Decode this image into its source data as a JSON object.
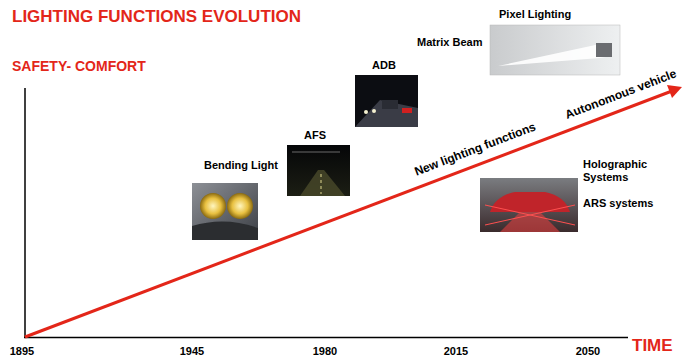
{
  "diagram": {
    "title": "LIGHTING FUNCTIONS EVOLUTION",
    "labels": [
      "SAFETY- COMFORT",
      "Bending Light",
      "AFS",
      "ADB",
      "Matrix Beam",
      "Pixel Lighting",
      "New lighting functions",
      "Autonomous vehicle",
      "Holographic Systems",
      "ARS systems",
      "1895",
      "1945",
      "1980",
      "2015",
      "2050",
      "TIME"
    ]
  }
}
